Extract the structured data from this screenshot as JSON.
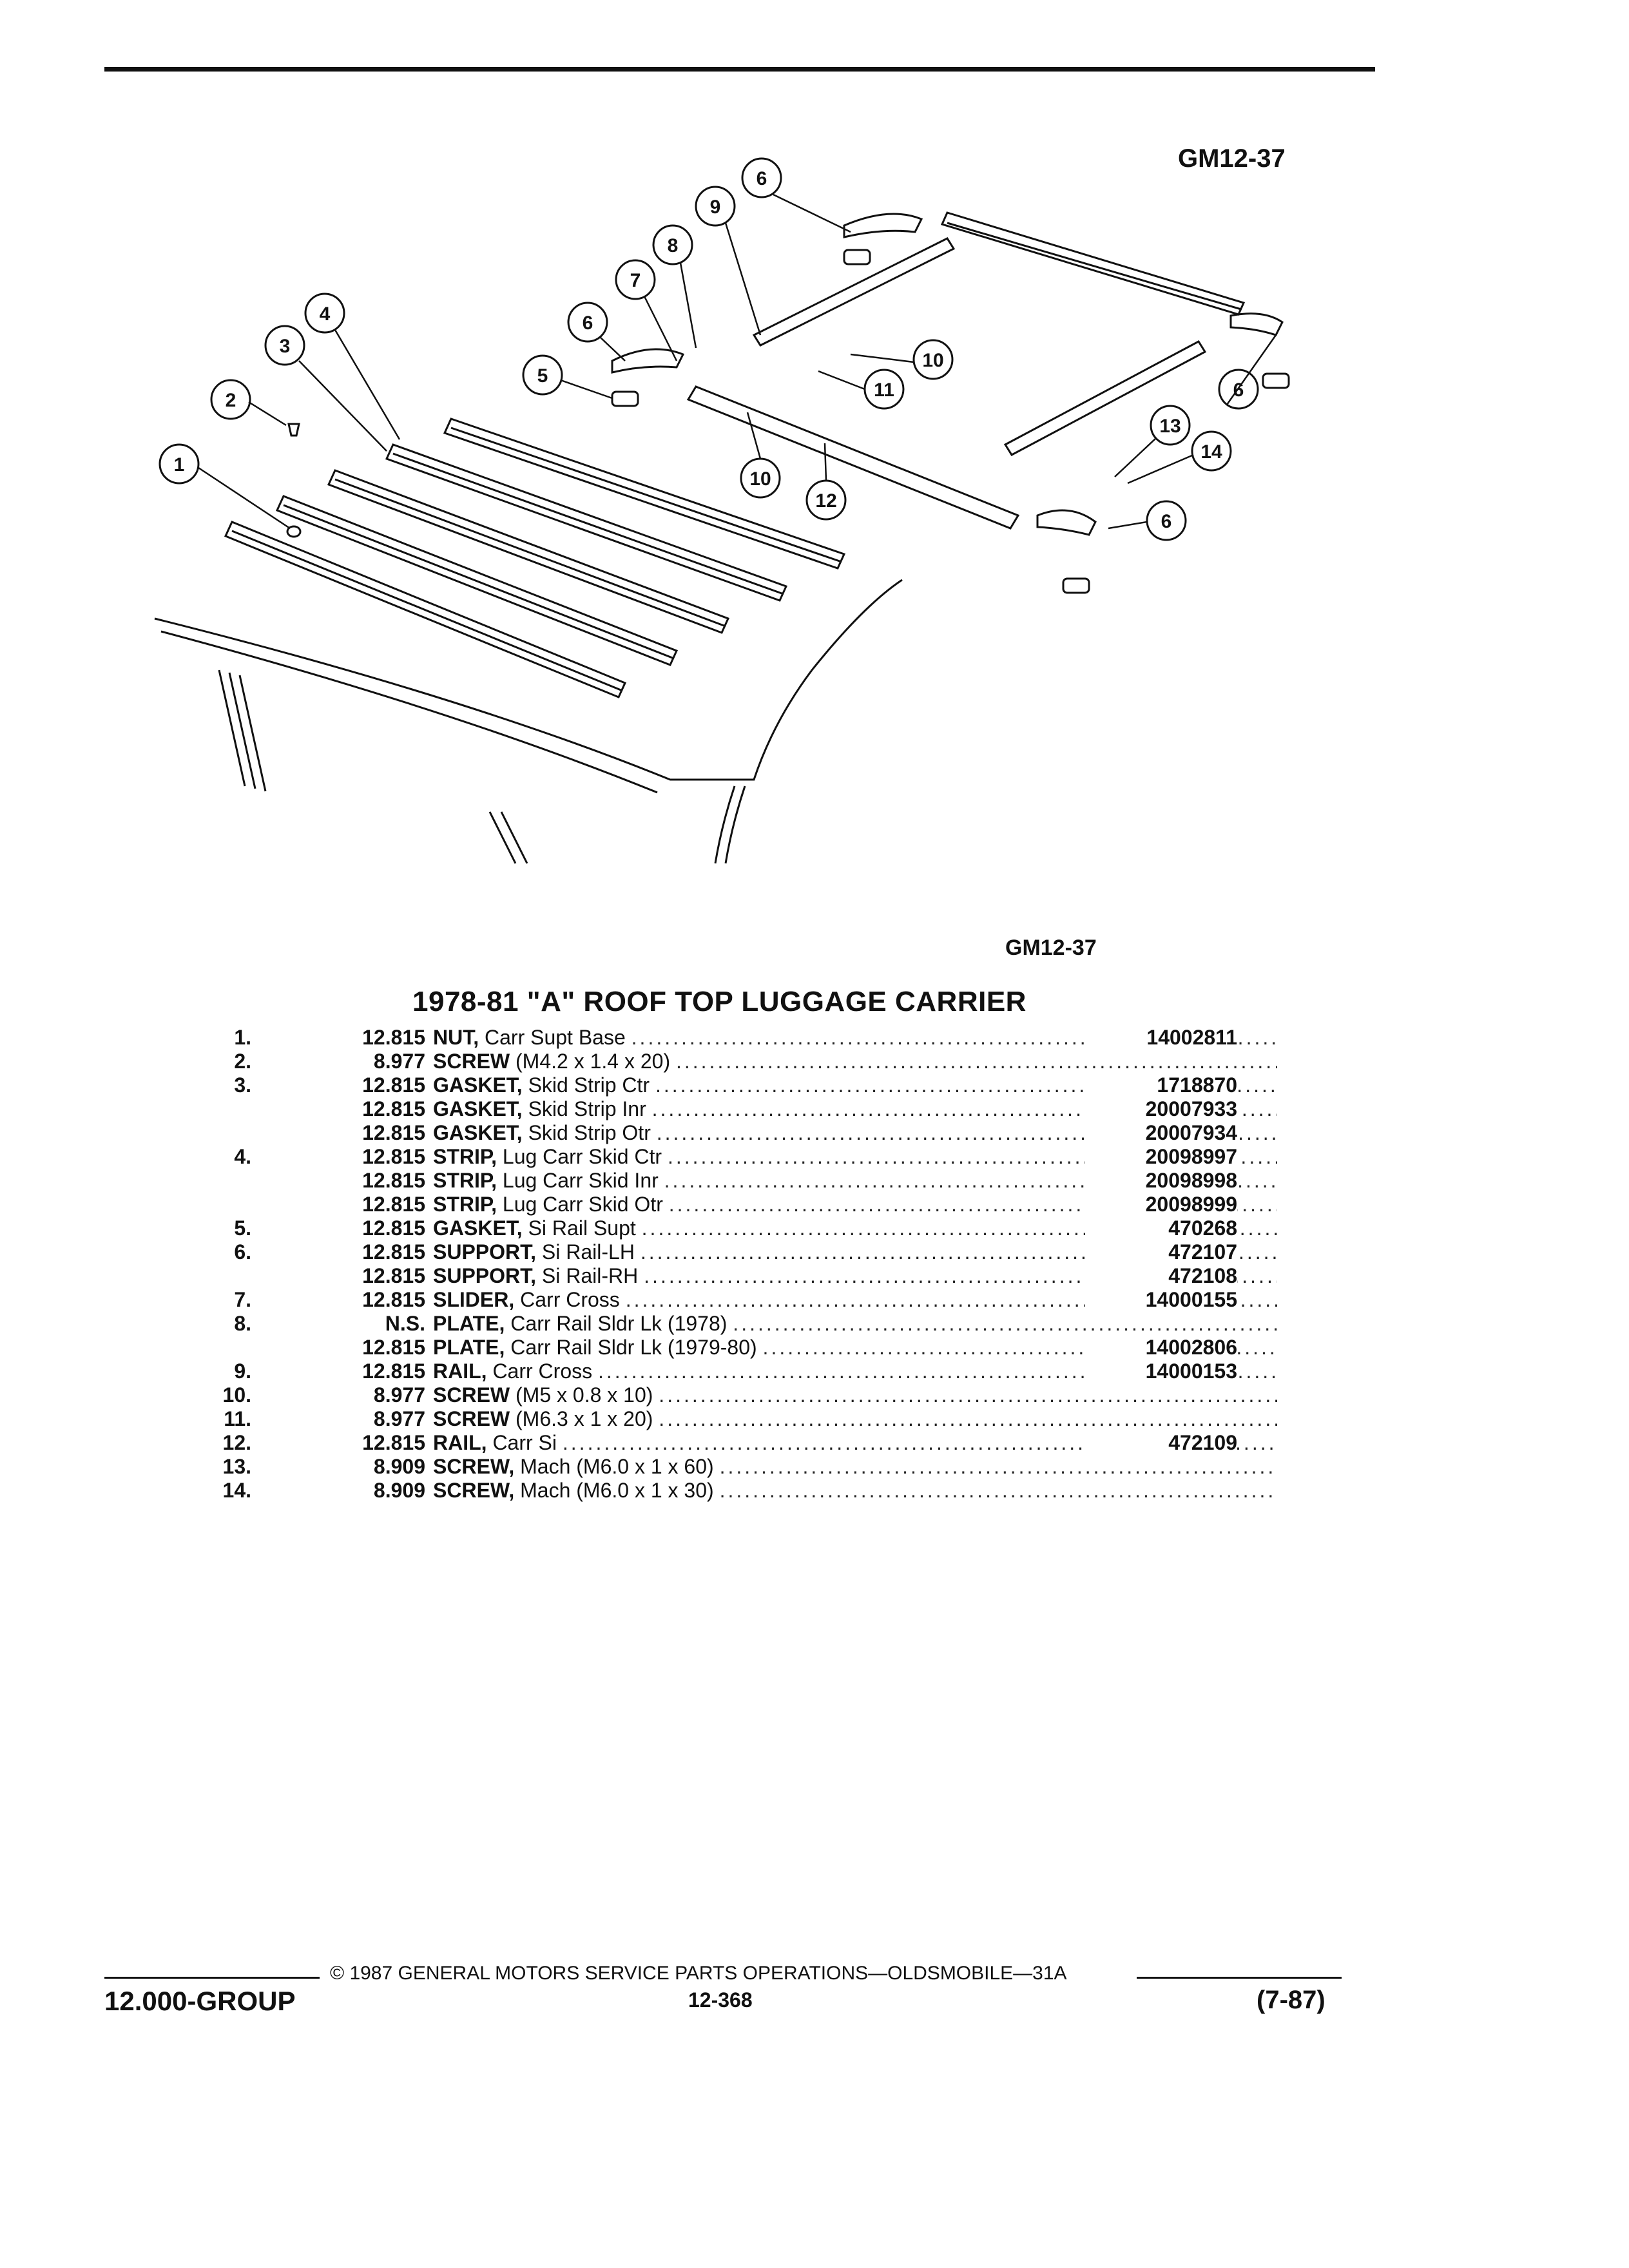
{
  "figure": {
    "id_top": "GM12-37",
    "id_bottom": "GM12-37",
    "callouts": [
      "1",
      "2",
      "3",
      "4",
      "5",
      "6",
      "6",
      "6",
      "6",
      "7",
      "8",
      "9",
      "10",
      "10",
      "11",
      "12",
      "13",
      "14"
    ]
  },
  "section": {
    "title": "1978-81 \"A\" ROOF TOP LUGGAGE CARRIER"
  },
  "parts": [
    {
      "index": "1.",
      "group": "12.815",
      "name": "NUT,",
      "desc": "Carr Supt Base",
      "part_no": "14002811"
    },
    {
      "index": "2.",
      "group": "8.977",
      "name": "SCREW",
      "desc": "(M4.2 x 1.4 x 20)",
      "part_no": ""
    },
    {
      "index": "3.",
      "group": "12.815",
      "name": "GASKET,",
      "desc": "Skid Strip Ctr",
      "part_no": "1718870"
    },
    {
      "index": "",
      "group": "12.815",
      "name": "GASKET,",
      "desc": "Skid Strip Inr",
      "part_no": "20007933"
    },
    {
      "index": "",
      "group": "12.815",
      "name": "GASKET,",
      "desc": "Skid Strip Otr",
      "part_no": "20007934"
    },
    {
      "index": "4.",
      "group": "12.815",
      "name": "STRIP,",
      "desc": "Lug Carr Skid Ctr",
      "part_no": "20098997"
    },
    {
      "index": "",
      "group": "12.815",
      "name": "STRIP,",
      "desc": "Lug Carr Skid Inr",
      "part_no": "20098998"
    },
    {
      "index": "",
      "group": "12.815",
      "name": "STRIP,",
      "desc": "Lug Carr Skid Otr",
      "part_no": "20098999"
    },
    {
      "index": "5.",
      "group": "12.815",
      "name": "GASKET,",
      "desc": "Si Rail Supt",
      "part_no": "470268"
    },
    {
      "index": "6.",
      "group": "12.815",
      "name": "SUPPORT,",
      "desc": "Si Rail-LH",
      "part_no": "472107"
    },
    {
      "index": "",
      "group": "12.815",
      "name": "SUPPORT,",
      "desc": "Si Rail-RH",
      "part_no": "472108"
    },
    {
      "index": "7.",
      "group": "12.815",
      "name": "SLIDER,",
      "desc": "Carr Cross",
      "part_no": "14000155"
    },
    {
      "index": "8.",
      "group": "N.S.",
      "name": "PLATE,",
      "desc": "Carr Rail Sldr Lk (1978)",
      "part_no": ""
    },
    {
      "index": "",
      "group": "12.815",
      "name": "PLATE,",
      "desc": "Carr Rail Sldr Lk (1979-80)",
      "part_no": "14002806"
    },
    {
      "index": "9.",
      "group": "12.815",
      "name": "RAIL,",
      "desc": "Carr Cross",
      "part_no": "14000153"
    },
    {
      "index": "10.",
      "group": "8.977",
      "name": "SCREW",
      "desc": "(M5 x 0.8 x 10)",
      "part_no": ""
    },
    {
      "index": "11.",
      "group": "8.977",
      "name": "SCREW",
      "desc": "(M6.3 x 1 x 20)",
      "part_no": ""
    },
    {
      "index": "12.",
      "group": "12.815",
      "name": "RAIL,",
      "desc": "Carr Si",
      "part_no": "472109"
    },
    {
      "index": "13.",
      "group": "8.909",
      "name": "SCREW,",
      "desc": "Mach (M6.0 x 1 x 60)",
      "part_no": ""
    },
    {
      "index": "14.",
      "group": "8.909",
      "name": "SCREW,",
      "desc": "Mach (M6.0 x 1 x 30)",
      "part_no": ""
    }
  ],
  "footer": {
    "copyright": "© 1987 GENERAL MOTORS SERVICE PARTS OPERATIONS—OLDSMOBILE—31A",
    "group": "12.000-GROUP",
    "page": "12-368",
    "date": "(7-87)"
  }
}
